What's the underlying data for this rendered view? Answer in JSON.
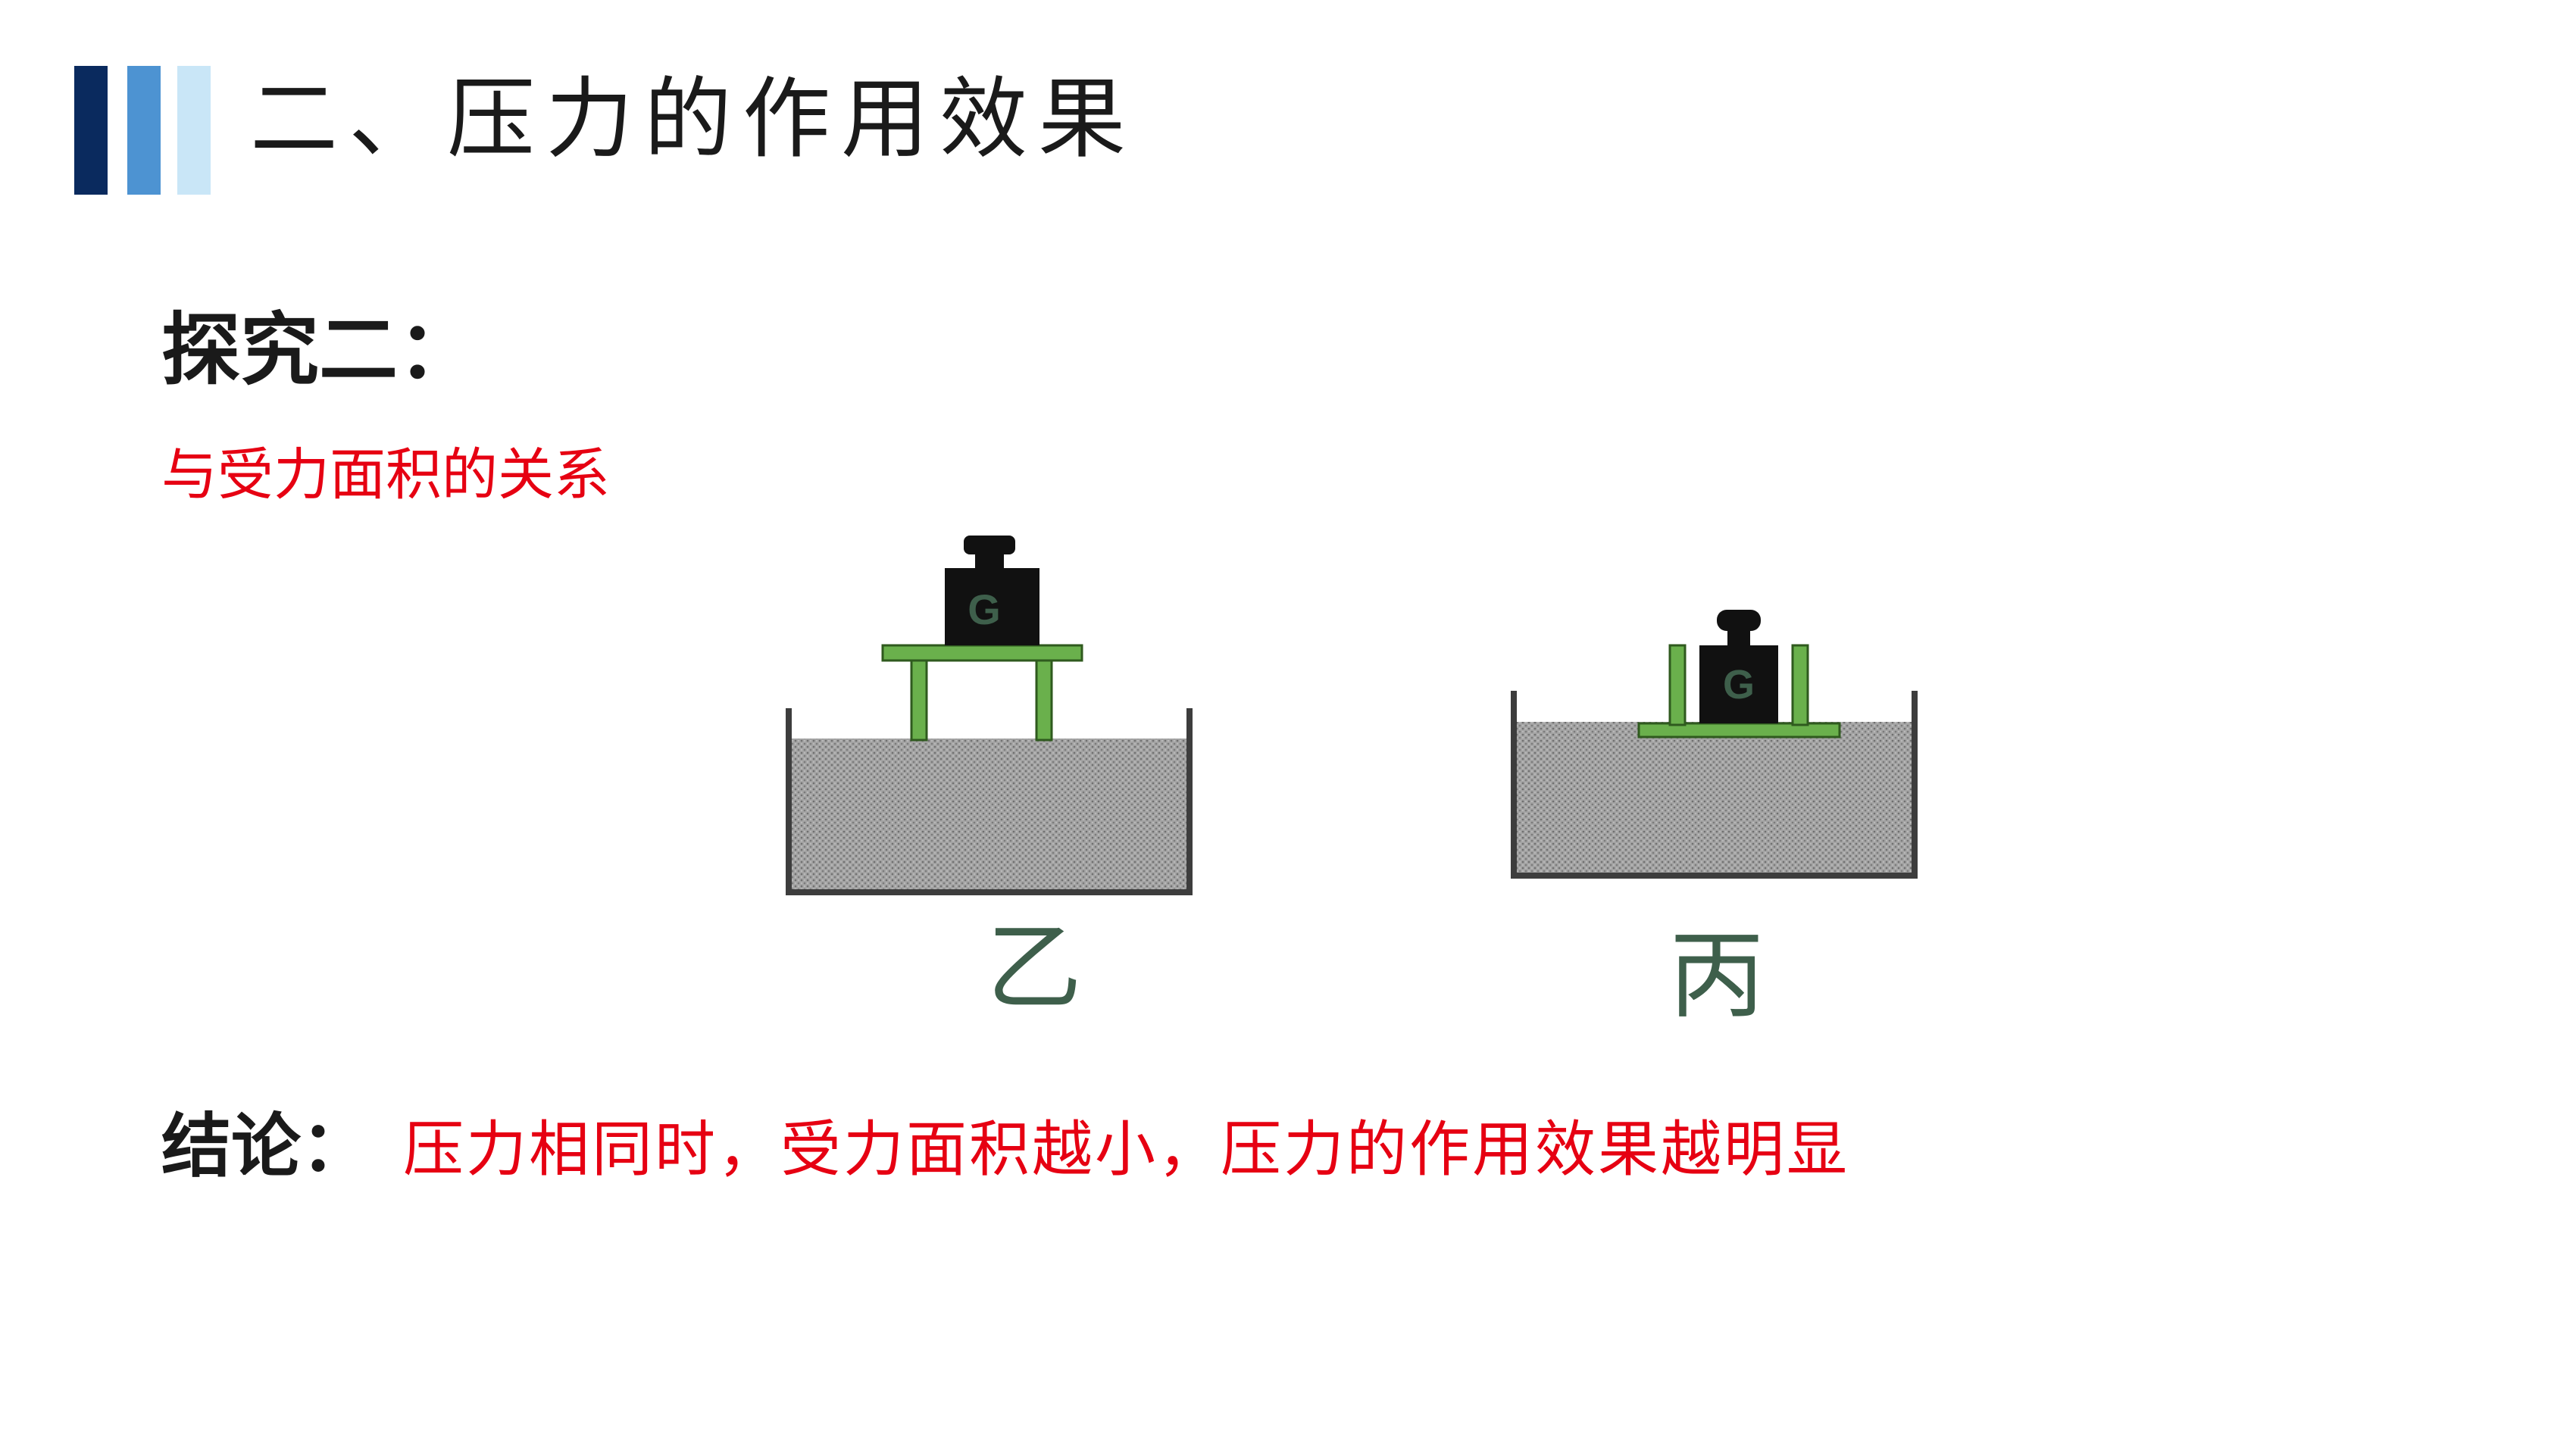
{
  "header": {
    "title": "二、压力的作用效果",
    "accent_colors": [
      "#0a2a5e",
      "#4d93d2",
      "#c9e6f7"
    ]
  },
  "section": {
    "heading": "探究二：",
    "subtitle": "与受力面积的关系"
  },
  "experiment": {
    "yi": {
      "label": "乙",
      "weight_mark": "G",
      "support": "table-legs-down"
    },
    "bing": {
      "label": "丙",
      "weight_mark": "G",
      "support": "table-legs-up"
    }
  },
  "conclusion": {
    "label": "结论：",
    "text": "压力相同时，受力面积越小，压力的作用效果越明显"
  },
  "colors": {
    "red_text": "#e60012",
    "table_green": "#6ab04c",
    "sand_gray": "#9a9a9a",
    "label_green": "#3e5f4b"
  }
}
